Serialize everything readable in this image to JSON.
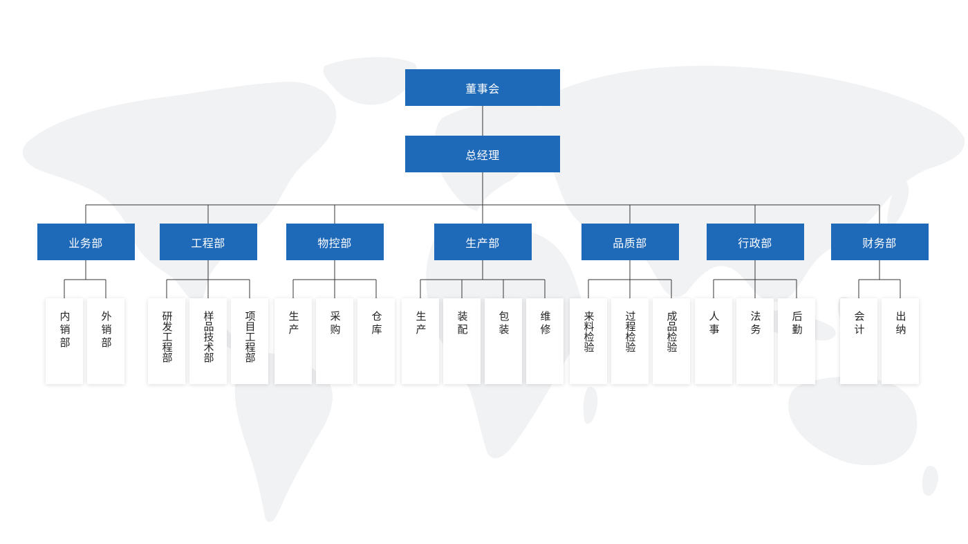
{
  "colors": {
    "box": "#1f69b9",
    "box_text": "#ffffff",
    "line": "#333333",
    "map": "#f1f2f4",
    "leaf_text": "#222222"
  },
  "chart_data": {
    "type": "org-chart",
    "root": "董事会",
    "manager": "总经理",
    "departments": [
      {
        "name": "业务部",
        "units": [
          "内销部",
          "外销部"
        ]
      },
      {
        "name": "工程部",
        "units": [
          "研发工程部",
          "样品技术部",
          "项目工程部"
        ]
      },
      {
        "name": "物控部",
        "units": [
          "生产",
          "采购",
          "仓库"
        ]
      },
      {
        "name": "生产部",
        "units": [
          "生产",
          "装配",
          "包装",
          "维修"
        ]
      },
      {
        "name": "品质部",
        "units": [
          "来料检验",
          "过程检验",
          "成品检验"
        ]
      },
      {
        "name": "行政部",
        "units": [
          "人事",
          "法务",
          "后勤"
        ]
      },
      {
        "name": "财务部",
        "units": [
          "会计",
          "出纳"
        ]
      }
    ]
  }
}
